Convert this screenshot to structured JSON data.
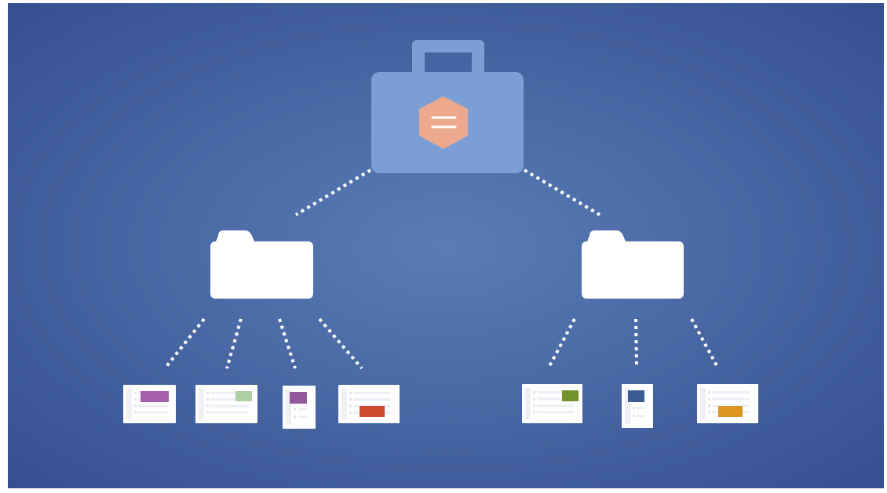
{
  "colors": {
    "background_center": "#5a7cb6",
    "background_edge": "#35508f",
    "briefcase": "#7b9fd5",
    "hexagon": "#eda98e",
    "connector": "#ffffff",
    "folder": "#ffffff",
    "card": "#ffffff"
  },
  "root": {
    "icon": "briefcase-icon",
    "badge_icon": "hexagon-icon"
  },
  "folders": [
    {
      "icon": "folder-icon",
      "documents": [
        {
          "orientation": "landscape",
          "accent": "#a65fac"
        },
        {
          "orientation": "landscape",
          "accent": "#b0d0a4"
        },
        {
          "orientation": "portrait",
          "accent": "#93589c"
        },
        {
          "orientation": "landscape",
          "accent": "#cf4a2c"
        }
      ]
    },
    {
      "icon": "folder-icon",
      "documents": [
        {
          "orientation": "landscape",
          "accent": "#74922c"
        },
        {
          "orientation": "portrait",
          "accent": "#3a5d94"
        },
        {
          "orientation": "landscape",
          "accent": "#dc951f"
        }
      ]
    }
  ]
}
